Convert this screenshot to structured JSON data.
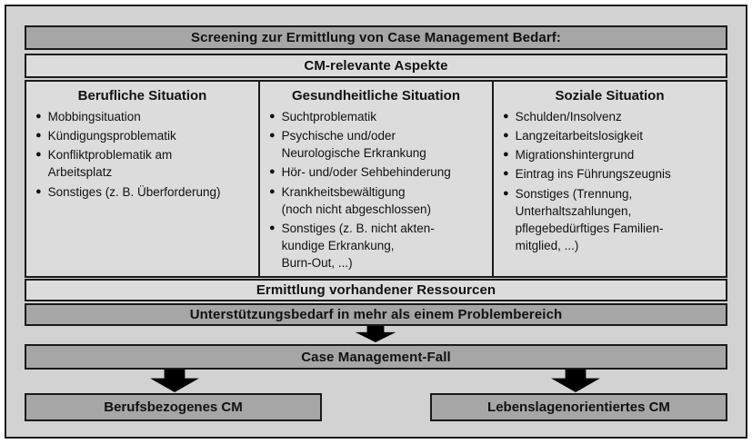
{
  "colors": {
    "background": "#d2d2d2",
    "box_light": "#dcdcdc",
    "box_medium": "#a6a6a6",
    "border": "#1a1a1a",
    "arrow": "#000000",
    "text": "#111111"
  },
  "title": "Screening zur Ermittlung von Case Management Bedarf:",
  "aspects_header": "CM-relevante Aspekte",
  "columns": [
    {
      "header": "Berufliche Situation",
      "items": [
        "Mobbingsituation",
        "Kündigungsproblematik",
        "Konfliktproblematik am\nArbeitsplatz",
        "Sonstiges (z. B. Überforderung)"
      ]
    },
    {
      "header": "Gesundheitliche Situation",
      "items": [
        "Suchtproblematik",
        "Psychische und/oder\nNeurologische Erkrankung",
        "Hör- und/oder Sehbehinderung",
        "Krankheitsbewältigung\n(noch nicht abgeschlossen)",
        "Sonstiges (z. B. nicht akten-\nkundige Erkrankung,\nBurn-Out, ...)"
      ]
    },
    {
      "header": "Soziale Situation",
      "items": [
        "Schulden/Insolvenz",
        "Langzeitarbeitslosigkeit",
        "Migrationshintergrund",
        "Eintrag ins Führungszeugnis",
        "Sonstiges (Trennung,\nUnterhaltszahlungen,\npflegebedürftiges Familien-\nmitglied, ...)"
      ]
    }
  ],
  "ressourcen_label": "Ermittlung vorhandener Ressourcen",
  "bedarf_label": "Unterstützungsbedarf in mehr als einem Problembereich",
  "case_label": "Case Management-Fall",
  "outcome_left_label": "Berufsbezogenes CM",
  "outcome_right_label": "Lebenslagenorientiertes CM"
}
